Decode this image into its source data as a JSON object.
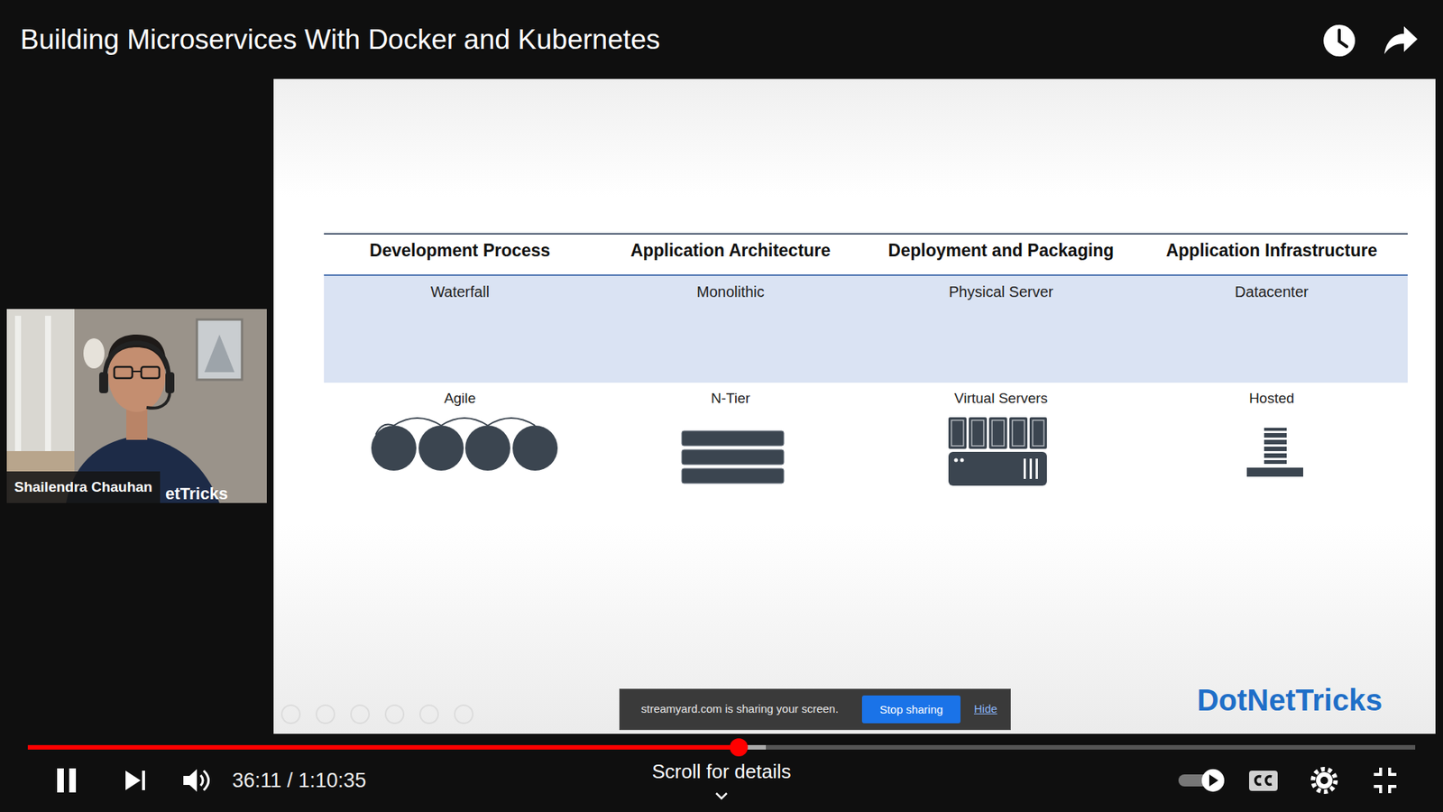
{
  "diagram": {
    "title": "Building Microservices With Docker and Kubernetes",
    "nodes": [
      {
        "text": [
          "Waterfall",
          "Monolithic",
          "Physical Server",
          "Datacenter"
        ]
      },
      {
        "text": [
          "Shailendra Chauhan"
        ]
      },
      {
        "text": [
          "streamyard.com is sharing your screen.",
          "Hide"
        ]
      },
      {
        "text": [
          "Stop sharing"
        ],
        "in": 2
      }
    ],
    "labels": [
      "Development Process",
      "Application Architecture",
      "Deployment and Packaging",
      "Application Infrastructure",
      "Agile",
      "N-Tier",
      "Virtual Servers",
      "Hosted",
      "etTricks",
      "DotNetTricks",
      "36:11 / 1:10:35",
      "Scroll for details"
    ]
  }
}
